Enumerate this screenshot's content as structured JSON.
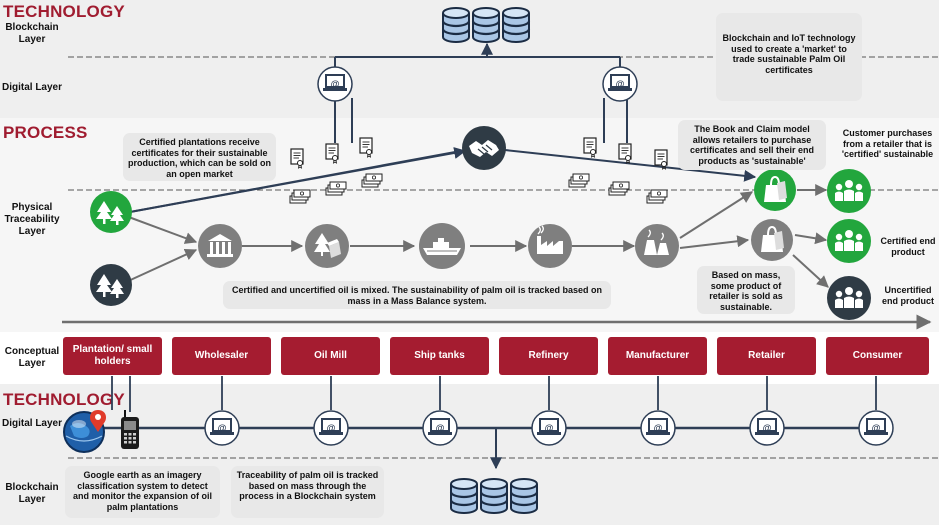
{
  "sections": {
    "technology_top": "TECHNOLOGY",
    "process": "PROCESS",
    "technology_bottom": "TECHNOLOGY"
  },
  "layers": {
    "blockchain_top": "Blockchain Layer",
    "digital_top": "Digital Layer",
    "physical": "Physical Traceability Layer",
    "conceptual": "Conceptual Layer",
    "digital_bottom": "Digital Layer",
    "blockchain_bottom": "Blockchain Layer"
  },
  "notes": {
    "blockchain_iot": "Blockchain and IoT technology used to create a 'market' to trade sustainable Palm Oil certificates",
    "certified_plantations": "Certified plantations receive certificates for their sustainable production, which can be sold on an open market",
    "book_claim": "The Book and Claim model allows retailers to purchase certificates and sell their end products as 'sustainable'",
    "customer_purchases": "Customer purchases from a retailer that is 'certified' sustainable",
    "mass_balance": "Certified and uncertified oil is mixed. The sustainability of palm oil is tracked based on mass in a Mass Balance system.",
    "based_on_mass": "Based on mass, some product of retailer is sold as sustainable.",
    "certified_end": "Certified end product",
    "uncertified_end": "Uncertified end product",
    "google_earth": "Google earth as an imagery classification system to detect and monitor the expansion of oil palm plantations",
    "traceability": "Traceability of palm oil is tracked based on mass through the process in a Blockchain system"
  },
  "stages": [
    "Plantation/ small holders",
    "Wholesaler",
    "Oil Mill",
    "Ship tanks",
    "Refinery",
    "Manufacturer",
    "Retailer",
    "Consumer"
  ],
  "laptop_symbol": "@",
  "colors": {
    "accent_red": "#a51c30",
    "title_red": "#a01c30",
    "green": "#22a63d",
    "grey_icon": "#7f7f7f",
    "dark_icon": "#2f3b45",
    "navy_line": "#2e3e56",
    "db_blue": "#a9c6e6",
    "band_grey": "#eeeeee"
  },
  "icons": [
    "database-icon",
    "laptop-icon",
    "handshake-icon",
    "certificate-icon",
    "money-icon",
    "tree-icon",
    "bank-icon",
    "box-tree-icon",
    "ship-icon",
    "factory-icon",
    "refinery-icon",
    "shopping-bag-icon",
    "people-icon",
    "globe-pin-icon",
    "phone-icon"
  ]
}
